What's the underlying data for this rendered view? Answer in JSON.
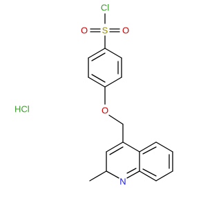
{
  "molecule": {
    "atoms": {
      "chlorine": "Cl",
      "sulfur": "S",
      "oxygen_left": "O",
      "oxygen_right": "O",
      "ether_oxygen": "O",
      "nitrogen": "N"
    },
    "salt": "HCl",
    "colors": {
      "chlorine": "#3a9a2a",
      "sulfur": "#9a8f00",
      "oxygen": "#d00000",
      "nitrogen": "#2020d0",
      "bond": "#000000",
      "salt": "#3a9a2a"
    }
  }
}
